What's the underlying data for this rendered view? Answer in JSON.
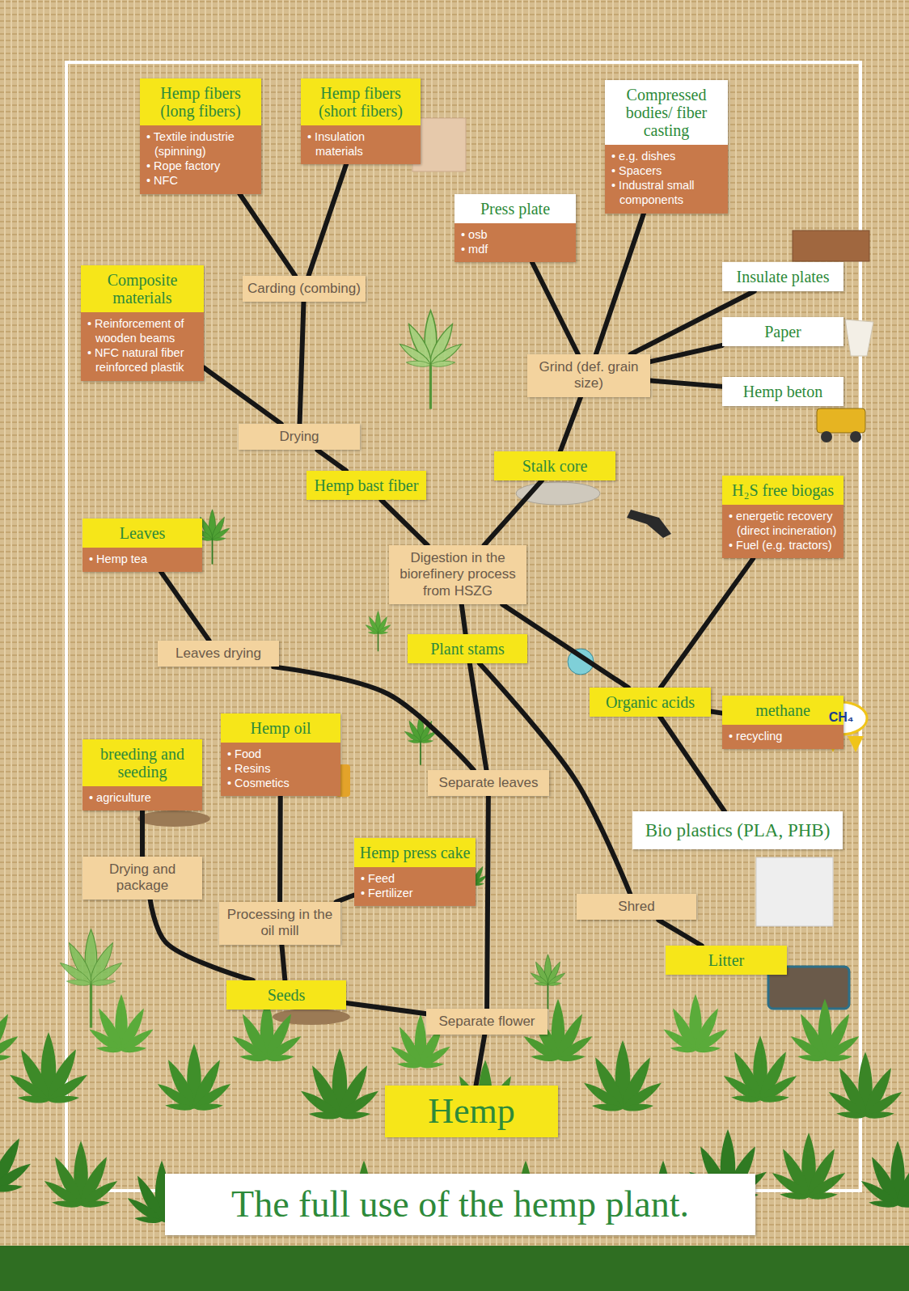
{
  "diagram": {
    "caption": "The full use of the hemp plant.",
    "nodes": [
      {
        "text": [
          "Hemp fibers (long fibers)",
          "• Textile industrie (spinning)",
          "• Rope factory",
          "• NFC"
        ]
      },
      {
        "text": [
          "Hemp fibers (short fibers)",
          "• Insulation materials"
        ]
      },
      {
        "text": [
          "Compressed bodies/ fiber casting",
          "• e.g. dishes",
          "• Spacers",
          "• Industral small components"
        ]
      },
      {
        "text": [
          "Press plate",
          "• osb",
          "• mdf"
        ]
      },
      {
        "text": [
          "Insulate plates"
        ]
      },
      {
        "text": [
          "Composite materials",
          "• Reinforcement of wooden beams",
          "• NFC natural fiber reinforced plastik"
        ]
      },
      {
        "text": [
          "Carding (combing)"
        ]
      },
      {
        "text": [
          "Paper"
        ]
      },
      {
        "text": [
          "Grind (def. grain size)"
        ]
      },
      {
        "text": [
          "Hemp beton"
        ]
      },
      {
        "text": [
          "Drying"
        ]
      },
      {
        "text": [
          "Stalk core"
        ]
      },
      {
        "text": [
          "Hemp bast fiber"
        ]
      },
      {
        "text": [
          "H₂S free biogas",
          "• energetic recovery (direct incineration)",
          "• Fuel (e.g. tractors)"
        ]
      },
      {
        "text": [
          "Leaves",
          "• Hemp tea"
        ]
      },
      {
        "text": [
          "Digestion in the biorefinery process from HSZG"
        ]
      },
      {
        "text": [
          "Plant stams"
        ]
      },
      {
        "text": [
          "Leaves drying"
        ]
      },
      {
        "text": [
          "Organic acids"
        ]
      },
      {
        "text": [
          "methane",
          "• recycling"
        ]
      },
      {
        "text": [
          "breeding and seeding",
          "• agriculture"
        ]
      },
      {
        "text": [
          "Hemp oil",
          "• Food",
          "• Resins",
          "• Cosmetics"
        ]
      },
      {
        "text": [
          "Separate leaves"
        ]
      },
      {
        "text": [
          "Bio plastics (PLA, PHB)"
        ]
      },
      {
        "text": [
          "Hemp press cake",
          "• Feed",
          "• Fertilizer"
        ]
      },
      {
        "text": [
          "Drying and package"
        ]
      },
      {
        "text": [
          "Processing in the oil mill"
        ]
      },
      {
        "text": [
          "Shred"
        ]
      },
      {
        "text": [
          "Litter"
        ]
      },
      {
        "text": [
          "Seeds"
        ]
      },
      {
        "text": [
          "Separate flower"
        ]
      },
      {
        "text": [
          "Hemp"
        ]
      }
    ],
    "edges": [
      {
        "from": 31,
        "to": 30,
        "arrow": "none"
      },
      {
        "from": 30,
        "to": 29,
        "arrow": "none"
      },
      {
        "from": 29,
        "to": 25,
        "arrow": "none"
      },
      {
        "from": 25,
        "to": 20,
        "arrow": "none"
      },
      {
        "from": 29,
        "to": 26,
        "arrow": "none"
      },
      {
        "from": 26,
        "to": 21,
        "arrow": "none"
      },
      {
        "from": 26,
        "to": 24,
        "arrow": "none"
      },
      {
        "from": 30,
        "to": 22,
        "arrow": "none"
      },
      {
        "from": 22,
        "to": 17,
        "arrow": "none"
      },
      {
        "from": 17,
        "to": 14,
        "arrow": "none"
      },
      {
        "from": 22,
        "to": 16,
        "arrow": "none"
      },
      {
        "from": 16,
        "to": 15,
        "arrow": "none"
      },
      {
        "from": 16,
        "to": 27,
        "arrow": "none"
      },
      {
        "from": 27,
        "to": 28,
        "arrow": "none"
      },
      {
        "from": 15,
        "to": 12,
        "arrow": "none"
      },
      {
        "from": 15,
        "to": 11,
        "arrow": "none"
      },
      {
        "from": 15,
        "to": 18,
        "arrow": "none"
      },
      {
        "from": 18,
        "to": 13,
        "arrow": "none"
      },
      {
        "from": 18,
        "to": 19,
        "arrow": "none"
      },
      {
        "from": 18,
        "to": 23,
        "arrow": "none"
      },
      {
        "from": 12,
        "to": 10,
        "arrow": "none"
      },
      {
        "from": 10,
        "to": 5,
        "arrow": "none"
      },
      {
        "from": 10,
        "to": 6,
        "arrow": "none"
      },
      {
        "from": 6,
        "to": 0,
        "arrow": "none"
      },
      {
        "from": 6,
        "to": 1,
        "arrow": "none"
      },
      {
        "from": 11,
        "to": 8,
        "arrow": "none"
      },
      {
        "from": 8,
        "to": 3,
        "arrow": "none"
      },
      {
        "from": 8,
        "to": 2,
        "arrow": "none"
      },
      {
        "from": 8,
        "to": 4,
        "arrow": "none"
      },
      {
        "from": 8,
        "to": 7,
        "arrow": "none"
      },
      {
        "from": 8,
        "to": 9,
        "arrow": "none"
      }
    ],
    "labels": [
      "CH₄"
    ]
  }
}
